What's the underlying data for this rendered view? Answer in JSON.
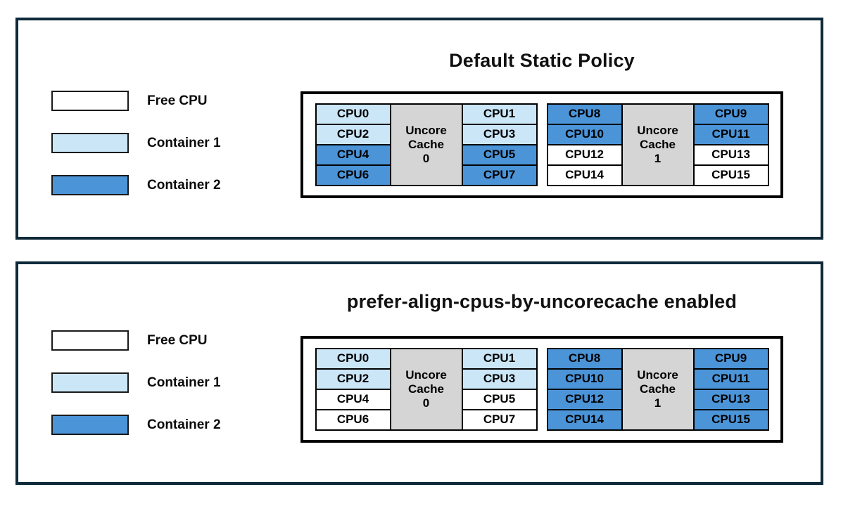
{
  "palette": {
    "panel_border": "#0e2a3a",
    "free_cpu_fill": "#ffffff",
    "container1_fill": "#cbe6f7",
    "container2_fill": "#4b94d8",
    "uncore_cache_fill": "#d5d5d5",
    "line_color": "#000000"
  },
  "legend": {
    "items": [
      {
        "label": "Free CPU",
        "state": "free"
      },
      {
        "label": "Container 1",
        "state": "container1"
      },
      {
        "label": "Container 2",
        "state": "container2"
      }
    ]
  },
  "panels": [
    {
      "title": "Default Static Policy",
      "groups": [
        {
          "cache_lines": [
            "Uncore",
            "Cache",
            "0"
          ],
          "left": [
            {
              "label": "CPU0",
              "state": "container1"
            },
            {
              "label": "CPU2",
              "state": "container1"
            },
            {
              "label": "CPU4",
              "state": "container2"
            },
            {
              "label": "CPU6",
              "state": "container2"
            }
          ],
          "right": [
            {
              "label": "CPU1",
              "state": "container1"
            },
            {
              "label": "CPU3",
              "state": "container1"
            },
            {
              "label": "CPU5",
              "state": "container2"
            },
            {
              "label": "CPU7",
              "state": "container2"
            }
          ]
        },
        {
          "cache_lines": [
            "Uncore",
            "Cache",
            "1"
          ],
          "left": [
            {
              "label": "CPU8",
              "state": "container2"
            },
            {
              "label": "CPU10",
              "state": "container2"
            },
            {
              "label": "CPU12",
              "state": "free"
            },
            {
              "label": "CPU14",
              "state": "free"
            }
          ],
          "right": [
            {
              "label": "CPU9",
              "state": "container2"
            },
            {
              "label": "CPU11",
              "state": "container2"
            },
            {
              "label": "CPU13",
              "state": "free"
            },
            {
              "label": "CPU15",
              "state": "free"
            }
          ]
        }
      ]
    },
    {
      "title": "prefer-align-cpus-by-uncorecache enabled",
      "groups": [
        {
          "cache_lines": [
            "Uncore",
            "Cache",
            "0"
          ],
          "left": [
            {
              "label": "CPU0",
              "state": "container1"
            },
            {
              "label": "CPU2",
              "state": "container1"
            },
            {
              "label": "CPU4",
              "state": "free"
            },
            {
              "label": "CPU6",
              "state": "free"
            }
          ],
          "right": [
            {
              "label": "CPU1",
              "state": "container1"
            },
            {
              "label": "CPU3",
              "state": "container1"
            },
            {
              "label": "CPU5",
              "state": "free"
            },
            {
              "label": "CPU7",
              "state": "free"
            }
          ]
        },
        {
          "cache_lines": [
            "Uncore",
            "Cache",
            "1"
          ],
          "left": [
            {
              "label": "CPU8",
              "state": "container2"
            },
            {
              "label": "CPU10",
              "state": "container2"
            },
            {
              "label": "CPU12",
              "state": "container2"
            },
            {
              "label": "CPU14",
              "state": "container2"
            }
          ],
          "right": [
            {
              "label": "CPU9",
              "state": "container2"
            },
            {
              "label": "CPU11",
              "state": "container2"
            },
            {
              "label": "CPU13",
              "state": "container2"
            },
            {
              "label": "CPU15",
              "state": "container2"
            }
          ]
        }
      ]
    }
  ]
}
